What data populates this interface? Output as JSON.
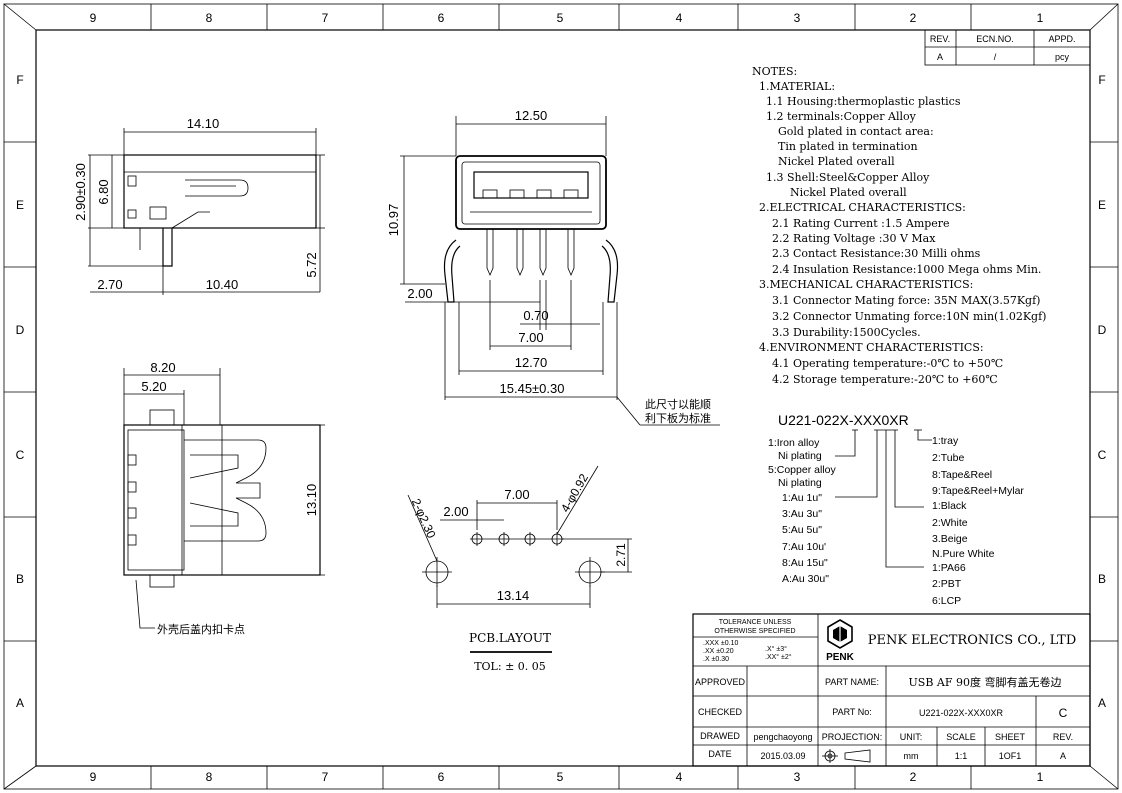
{
  "border": {
    "columns": [
      "9",
      "8",
      "7",
      "6",
      "5",
      "4",
      "3",
      "2",
      "1"
    ],
    "rows": [
      "F",
      "E",
      "D",
      "C",
      "B",
      "A"
    ]
  },
  "revision_table": {
    "headers": [
      "REV.",
      "ECN.NO.",
      "APPD."
    ],
    "row": [
      "A",
      "/",
      "pcy"
    ]
  },
  "notes": [
    "NOTES:",
    "1.MATERIAL:",
    "1.1 Housing:thermoplastic plastics",
    "1.2 terminals:Copper Alloy",
    "Gold plated in contact area:",
    "Tin plated in termination",
    "Nickel Plated overall",
    "1.3 Shell:Steel&Copper Alloy",
    "Nickel Plated overall",
    "2.ELECTRICAL CHARACTERISTICS:",
    "2.1 Rating Current :1.5 Ampere",
    "2.2 Rating Voltage :30 V Max",
    "2.3 Contact Resistance:30 Milli ohms",
    "2.4 Insulation Resistance:1000 Mega ohms Min.",
    "3.MECHANICAL CHARACTERISTICS:",
    "3.1 Connector Mating force: 35N MAX(3.57Kgf)",
    "3.2 Connector Unmating force:10N min(1.02Kgf)",
    "3.3 Durability:1500Cycles.",
    "4.ENVIRONMENT CHARACTERISTICS:",
    "4.1 Operating temperature:-0℃ to +50℃",
    "4.2 Storage temperature:-20℃ to +60℃"
  ],
  "part_code": {
    "code": "U221-022X-XXX0XR",
    "left_options": [
      "1:Iron alloy",
      "Ni plating",
      "5:Copper alloy",
      "Ni plating",
      "1:Au 1u\"",
      "3:Au 3u\"",
      "5:Au 5u\"",
      "7:Au 10u'",
      "8:Au 15u\"",
      "A:Au 30u\""
    ],
    "right_options": [
      "1:tray",
      "2:Tube",
      "8:Tape&Reel",
      "9:Tape&Reel+Mylar",
      "1:Black",
      "2:White",
      "3.Beige",
      "N.Pure White",
      "1:PA66",
      "2:PBT",
      "6:LCP"
    ]
  },
  "dimensions": {
    "side_top": "14.10",
    "side_h1": "2.90±0.30",
    "side_h2": "6.80",
    "side_h3": "5.72",
    "side_b1": "2.70",
    "side_b2": "10.40",
    "front_top": "12.50",
    "front_h": "10.97",
    "front_pin": "2.00",
    "front_p1": "0.70",
    "front_p2": "7.00",
    "front_p3": "12.70",
    "front_p4": "15.45±0.30",
    "top_w1": "8.20",
    "top_w2": "5.20",
    "top_h": "13.10",
    "pcb_7": "7.00",
    "pcb_2": "2.00",
    "pcb_hole1": "2-φ2.30",
    "pcb_hole2": "4-φ0.92",
    "pcb_271": "2.71",
    "pcb_1314": "13.14"
  },
  "annotations": {
    "cn_note1": "此尺寸以能顺",
    "cn_note2": "利下板为标准",
    "cn_note3": "外壳后盖内扣卡点",
    "pcb_title": "PCB.LAYOUT",
    "pcb_tol": "TOL: ± 0. 05"
  },
  "title_block": {
    "tolerance_header1": "TOLERANCE UNLESS",
    "tolerance_header2": "OTHERWISE SPECIFIED",
    "tol_rows": [
      ".XXX ±0.10",
      ".XX ±0.20",
      ".X ±0.30"
    ],
    "tol_angle": [
      ".X° ±3°",
      ".XX° ±2°"
    ],
    "logo_text": "PENK",
    "company": "PENK ELECTRONICS CO., LTD",
    "approved_label": "APPROVED",
    "checked_label": "CHECKED",
    "drawn_label": "DRAWED",
    "date_label": "DATE",
    "drawn_value": "pengchaoyong",
    "date_value": "2015.03.09",
    "part_name_label": "PART NAME:",
    "part_name_value": "USB AF 90度 弯脚有盖无卷边",
    "part_no_label": "PART No:",
    "part_no_value": "U221-022X-XXX0XR",
    "part_rev": "C",
    "projection_label": "PROJECTION:",
    "unit_label": "UNIT:",
    "unit_value": "mm",
    "scale_label": "SCALE",
    "scale_value": "1:1",
    "sheet_label": "SHEET",
    "sheet_value": "1OF1",
    "rev_label": "REV.",
    "rev_value": "A"
  }
}
